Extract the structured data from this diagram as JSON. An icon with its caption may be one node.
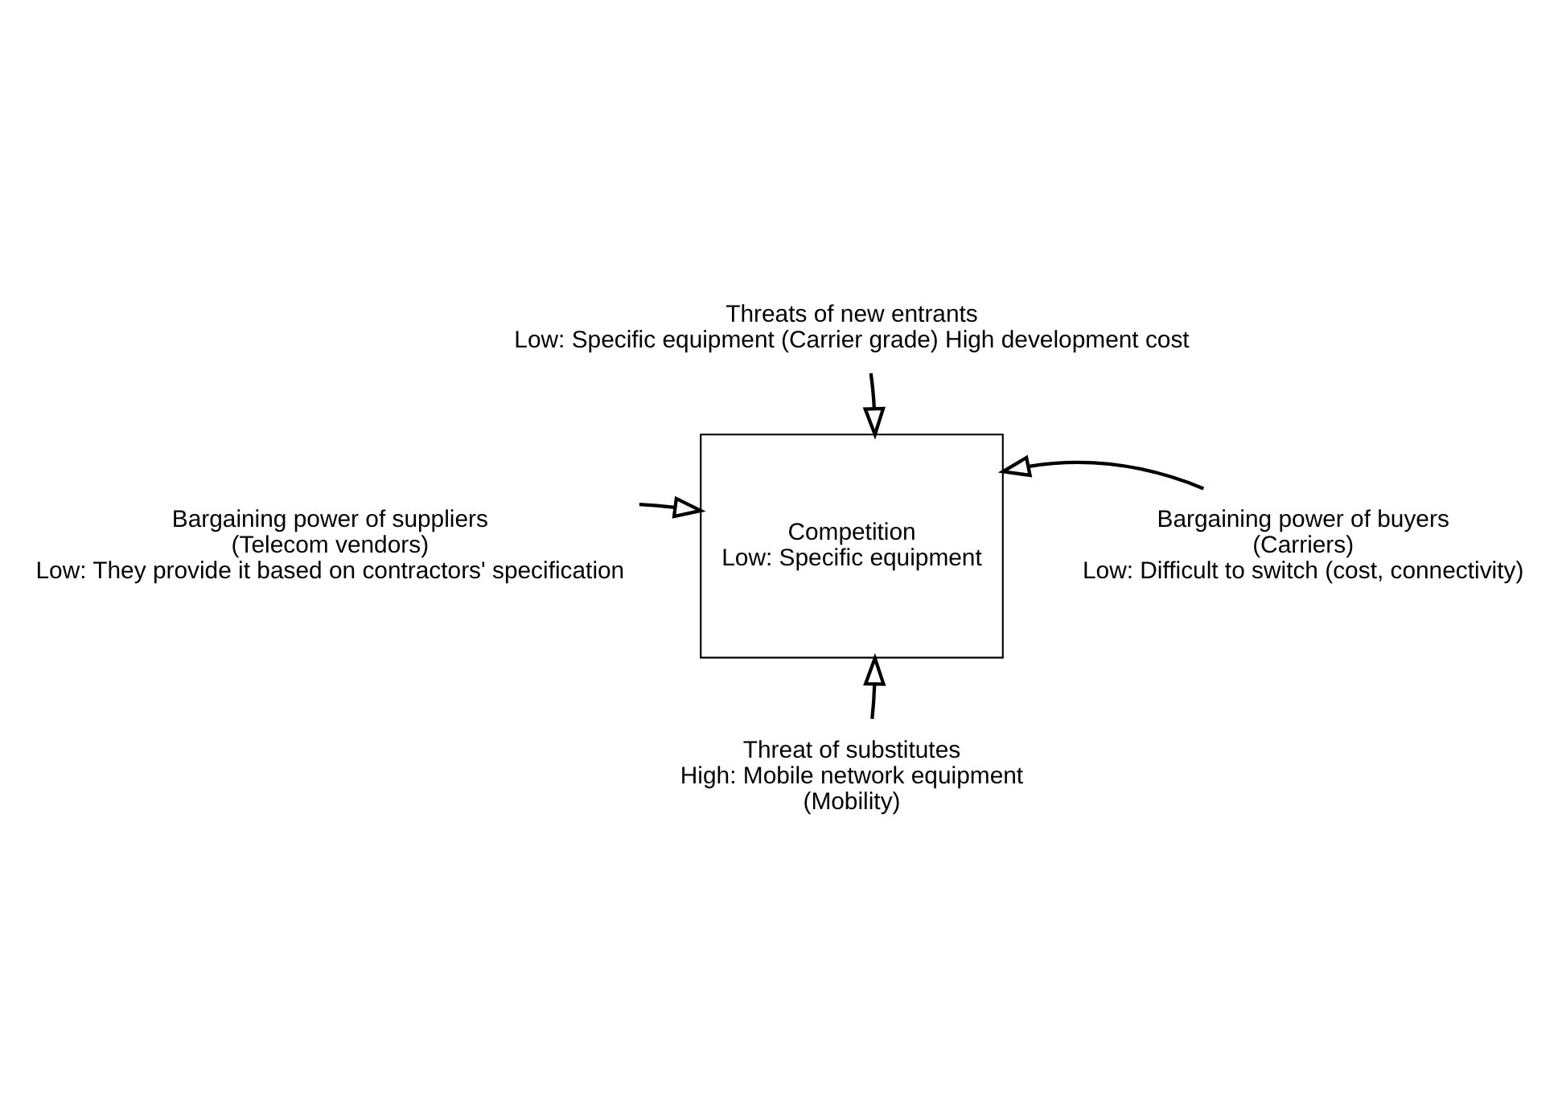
{
  "diagram": {
    "nodes": [
      {
        "text": [
          "Competition",
          "Low: Specific equipment"
        ]
      },
      {
        "text": [
          "Threats of new entrants",
          "Low: Specific equipment (Carrier grade) High development cost"
        ]
      },
      {
        "text": [
          "Bargaining power of suppliers",
          "(Telecom vendors)",
          "Low: They provide it based on contractors' specification"
        ]
      },
      {
        "text": [
          "Bargaining power of buyers",
          "(Carriers)",
          "Low: Difficult to switch (cost, connectivity)"
        ]
      },
      {
        "text": [
          "Threat of substitutes",
          "High: Mobile network equipment",
          "(Mobility)"
        ]
      }
    ],
    "edges": [
      {
        "from": 1,
        "to": 0,
        "arrow": "to"
      },
      {
        "from": 2,
        "to": 0,
        "arrow": "to"
      },
      {
        "from": 3,
        "to": 0,
        "arrow": "to"
      },
      {
        "from": 4,
        "to": 0,
        "arrow": "to"
      }
    ]
  }
}
